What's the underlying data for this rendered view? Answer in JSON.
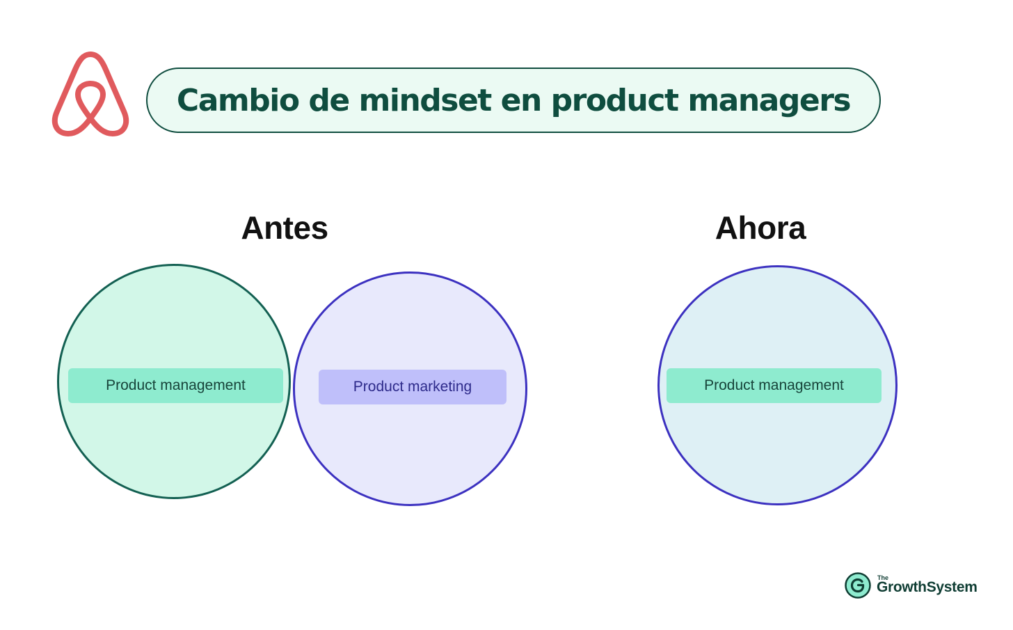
{
  "title": "Cambio de mindset en product managers",
  "logo": {
    "icon": "airbnb-logo-icon",
    "color": "#e05a5d"
  },
  "before": {
    "heading": "Antes",
    "circles": [
      {
        "label": "Product management",
        "fill": "#d2f7e8",
        "stroke": "#136052",
        "tag_color": "#8eebcf"
      },
      {
        "label": "Product marketing",
        "fill": "#e8e9fc",
        "stroke": "#3c31c0",
        "tag_color": "#bfbffa"
      }
    ]
  },
  "after": {
    "heading": "Ahora",
    "circles": [
      {
        "label": "Product management",
        "fill": "#def0f5",
        "stroke": "#3c31c0",
        "tag_color": "#8eebcf"
      }
    ]
  },
  "brand": {
    "prefix": "The",
    "name": "GrowthSystem",
    "icon": "growthsystem-g-icon",
    "color": "#0f3d33"
  },
  "colors": {
    "title_text": "#0f4d3f",
    "title_fill": "#ebfaf3",
    "heading_text": "#111111"
  }
}
